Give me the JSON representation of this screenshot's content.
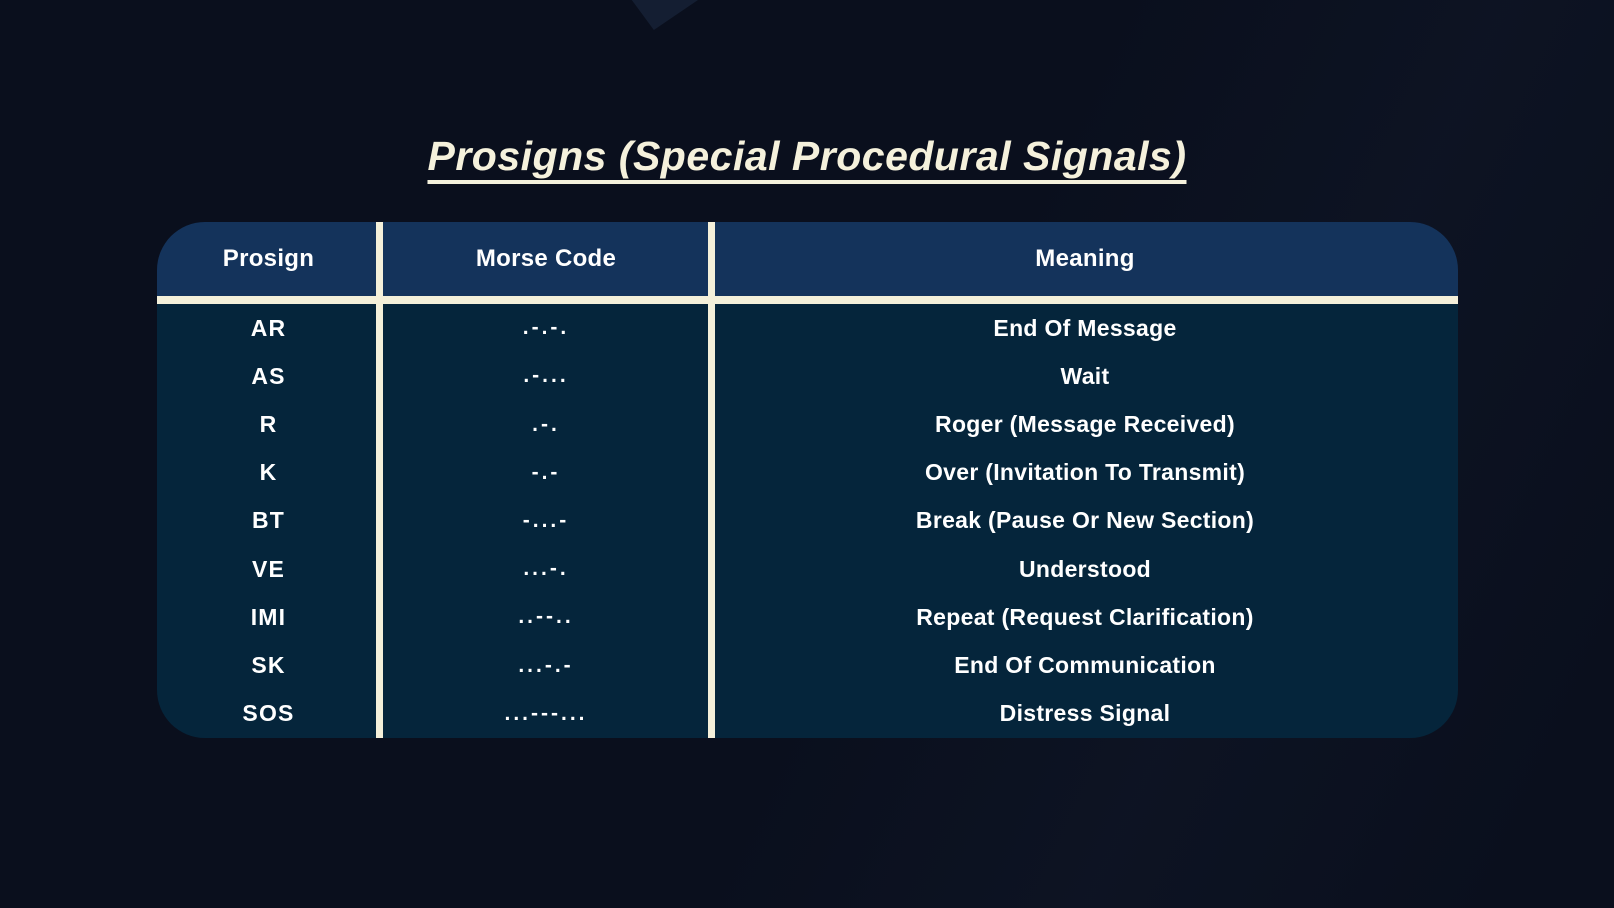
{
  "page": {
    "title": "Prosigns (Special Procedural Signals)"
  },
  "colors": {
    "background": "#0a0f1d",
    "header_background": "#14335b",
    "body_background": "#05253b",
    "cream_accent": "#f4f0da",
    "title_text": "#f5f1dc",
    "table_text": "#ffffff"
  },
  "chart_data": {
    "type": "table",
    "title": "Prosigns (Special Procedural Signals)",
    "columns": [
      "Prosign",
      "Morse Code",
      "Meaning"
    ],
    "rows": [
      {
        "prosign": "AR",
        "morse": ".-.-.",
        "meaning": "End Of Message"
      },
      {
        "prosign": "AS",
        "morse": ".-...",
        "meaning": "Wait"
      },
      {
        "prosign": "R",
        "morse": ".-.",
        "meaning": "Roger (Message Received)"
      },
      {
        "prosign": "K",
        "morse": "-.-",
        "meaning": "Over (Invitation To Transmit)"
      },
      {
        "prosign": "BT",
        "morse": "-...-",
        "meaning": "Break (Pause Or New Section)"
      },
      {
        "prosign": "VE",
        "morse": "...-.",
        "meaning": "Understood"
      },
      {
        "prosign": "IMI",
        "morse": "..--..",
        "meaning": "Repeat (Request Clarification)"
      },
      {
        "prosign": "SK",
        "morse": "...-.-",
        "meaning": "End Of Communication"
      },
      {
        "prosign": "SOS",
        "morse": "...---...",
        "meaning": "Distress Signal"
      }
    ]
  }
}
